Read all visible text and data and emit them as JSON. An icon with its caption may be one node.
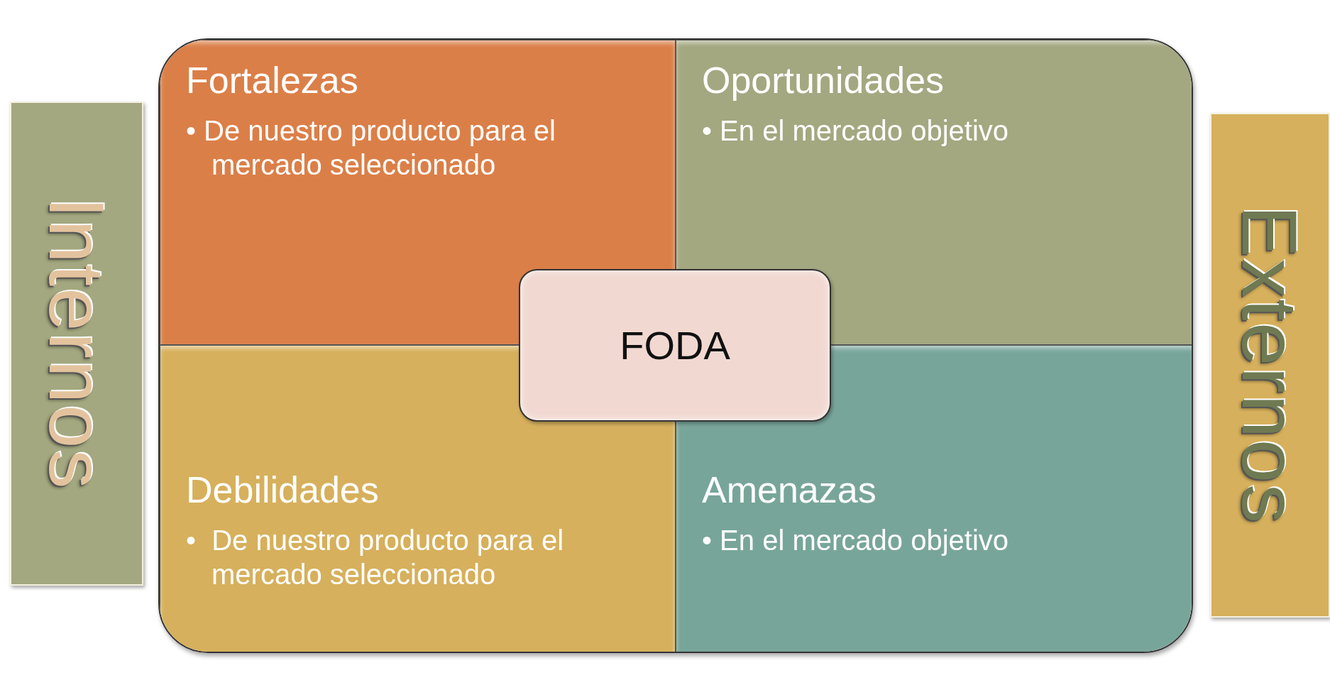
{
  "diagram": {
    "nodes": [
      {
        "text": [
          "Internos"
        ]
      },
      {
        "text": [
          "Fortalezas",
          "• De nuestro producto para el mercado seleccionado"
        ]
      },
      {
        "text": [
          "Oportunidades",
          "• En el mercado objetivo"
        ]
      },
      {
        "text": [
          "FODA"
        ]
      },
      {
        "text": [
          "Debilidades",
          "•  De nuestro producto para el mercado seleccionado"
        ]
      },
      {
        "text": [
          "Amenazas",
          "• En el mercado objetivo"
        ]
      },
      {
        "text": [
          "Externos"
        ]
      }
    ]
  }
}
